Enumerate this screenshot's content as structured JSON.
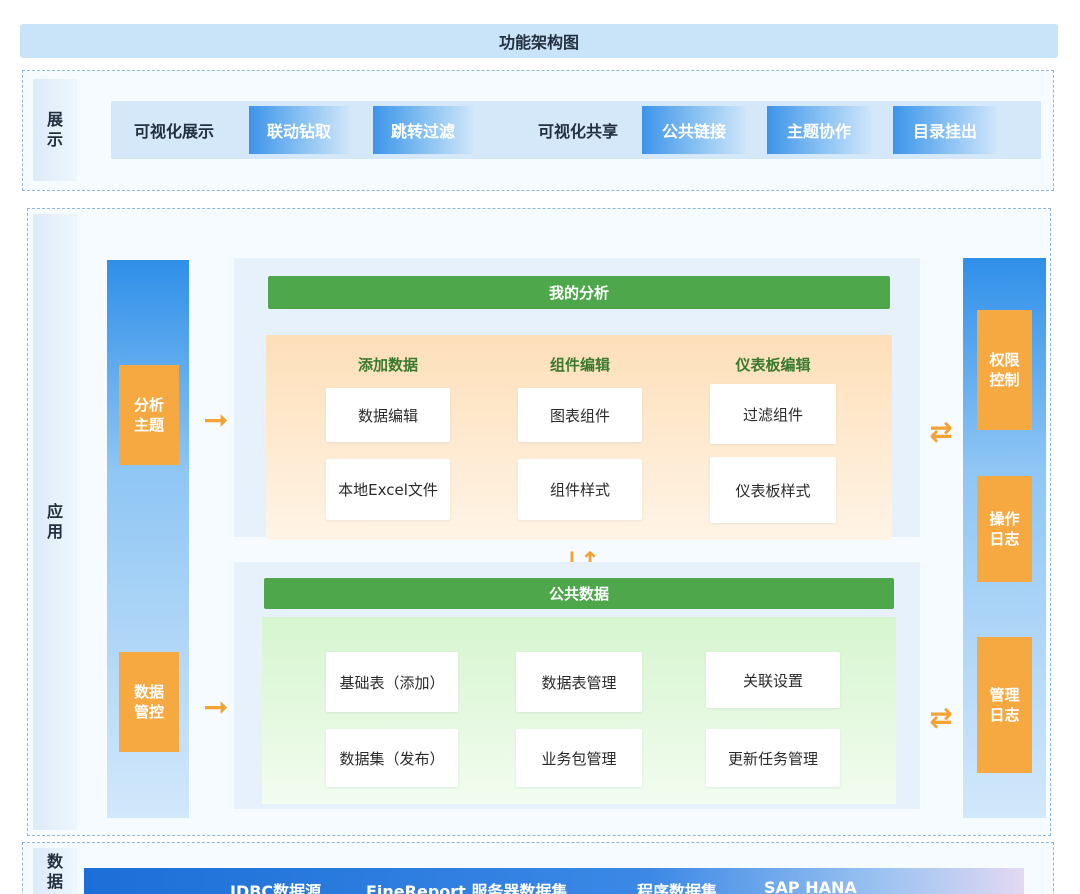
{
  "title": "功能架构图",
  "sections": {
    "display_label": [
      "展",
      "示"
    ],
    "app_label": [
      "应",
      "用"
    ],
    "data_label": [
      "数",
      "据"
    ]
  },
  "display_row": {
    "group1_label": "可视化展示",
    "group1_items": [
      "联动钻取",
      "跳转过滤"
    ],
    "group2_label": "可视化共享",
    "group2_items": [
      "公共链接",
      "主题协作",
      "目录挂出"
    ]
  },
  "left_column": {
    "analysis_topic": [
      "分析",
      "主题"
    ],
    "data_control": [
      "数据",
      "管控"
    ]
  },
  "right_column": {
    "permission_control": [
      "权限",
      "控制"
    ],
    "operation_log": [
      "操作",
      "日志"
    ],
    "management_log": [
      "管理",
      "日志"
    ]
  },
  "my_analysis": {
    "title": "我的分析",
    "columns": [
      {
        "header": "添加数据",
        "items": [
          "数据编辑",
          "本地Excel文件"
        ]
      },
      {
        "header": "组件编辑",
        "items": [
          "图表组件",
          "组件样式"
        ]
      },
      {
        "header": "仪表板编辑",
        "items": [
          "过滤组件",
          "仪表板样式"
        ]
      }
    ]
  },
  "public_data": {
    "title": "公共数据",
    "rows": [
      [
        "基础表（添加）",
        "数据表管理",
        "关联设置"
      ],
      [
        "数据集（发布）",
        "业务包管理",
        "更新任务管理"
      ]
    ]
  },
  "arrows": {
    "right": "➞",
    "bidirectional": "⇄",
    "vertical": "↓↑"
  },
  "data_sources": [
    "JDBC数据源",
    "FineReport 服务器数据集",
    "程序数据集",
    "SAP HANA"
  ],
  "colors": {
    "accent_blue": "#2f8fe9",
    "accent_orange": "#f7a941",
    "accent_green": "#4ea84b"
  }
}
